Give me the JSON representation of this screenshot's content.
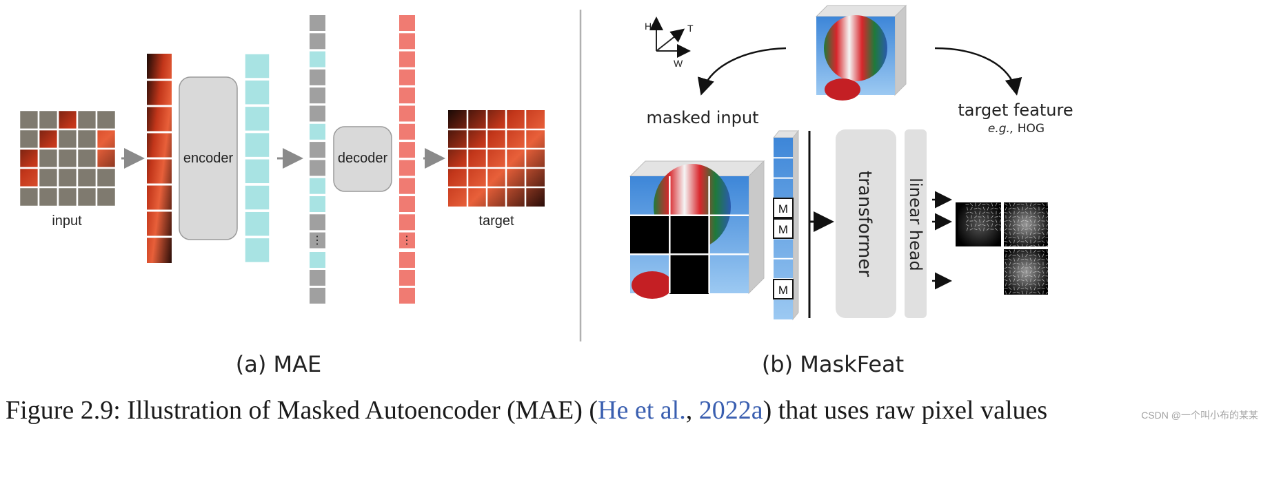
{
  "panel_a": {
    "input_label": "input",
    "encoder_label": "encoder",
    "decoder_label": "decoder",
    "target_label": "target",
    "caption": "(a) MAE",
    "ellipsis": "⋮"
  },
  "panel_b": {
    "axis_h": "H",
    "axis_t": "T",
    "axis_w": "W",
    "masked_input_label": "masked input",
    "target_feature_label": "target feature",
    "target_feature_sub_em": "e.g.,",
    "target_feature_sub": "HOG",
    "mask_token": "M",
    "transformer_label": "transformer",
    "linear_head_label": "linear head",
    "caption": "(b) MaskFeat"
  },
  "figure_caption": {
    "prefix": "Figure 2.9: Illustration of Masked Autoencoder (MAE) (",
    "cite_author": "He et al.",
    "cite_sep": ", ",
    "cite_year": "2022a",
    "suffix": ") that uses raw pixel values"
  },
  "watermark": "CSDN @一个叫小布的某某",
  "colors": {
    "masked_patch": "#7f7a6f",
    "encoder_token": "#a8e3e3",
    "decoder_token_gray": "#a0a0a0",
    "output_token": "#f07b72",
    "block_fill": "#d9d9d9",
    "citation": "#3a5fb0"
  }
}
